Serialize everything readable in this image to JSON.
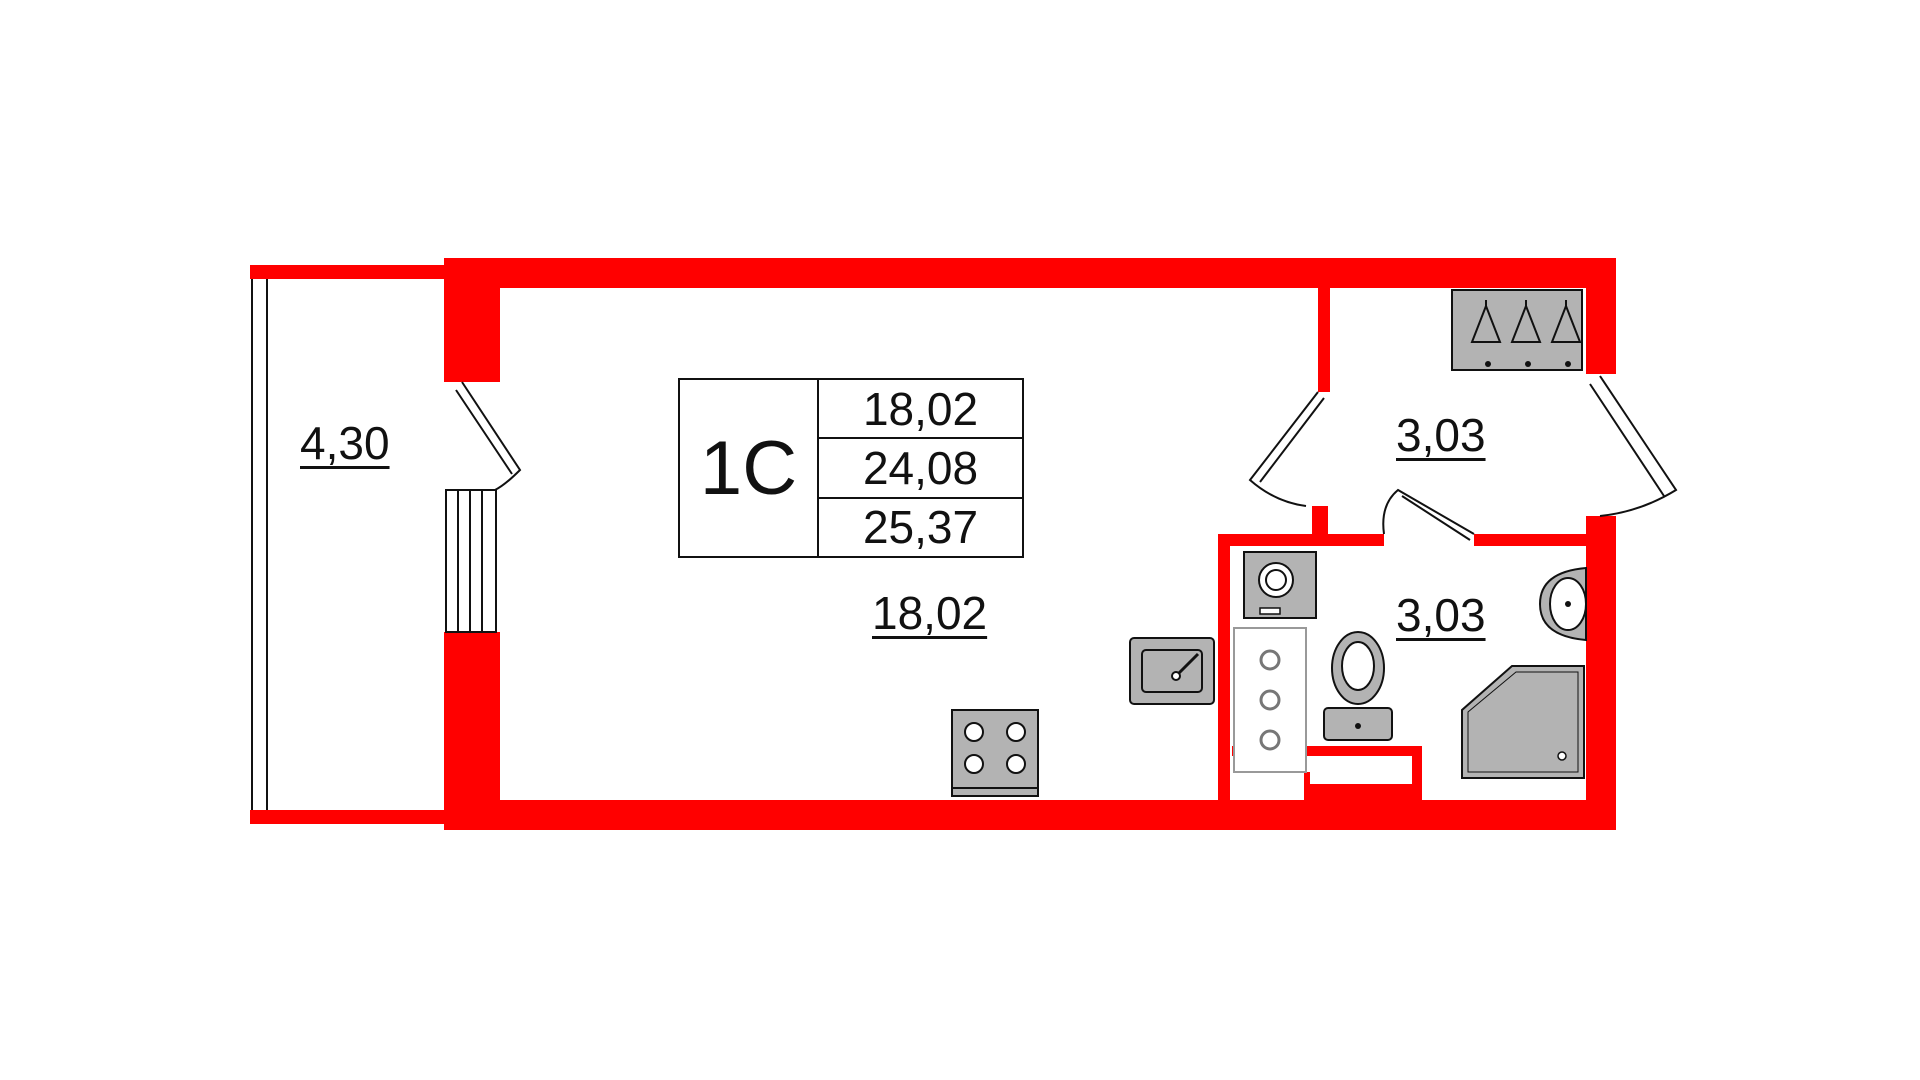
{
  "floorplan": {
    "apartment_type": "1С",
    "areas": {
      "living": "18,02",
      "total": "24,08",
      "total_with_balcony": "25,37"
    },
    "rooms": {
      "studio": "18,02",
      "balcony": "4,30",
      "hall": "3,03",
      "bathroom": "3,03"
    }
  },
  "colors": {
    "wall": "#ff0000",
    "fixture_fill": "#b3b3b3",
    "line": "#111111"
  }
}
